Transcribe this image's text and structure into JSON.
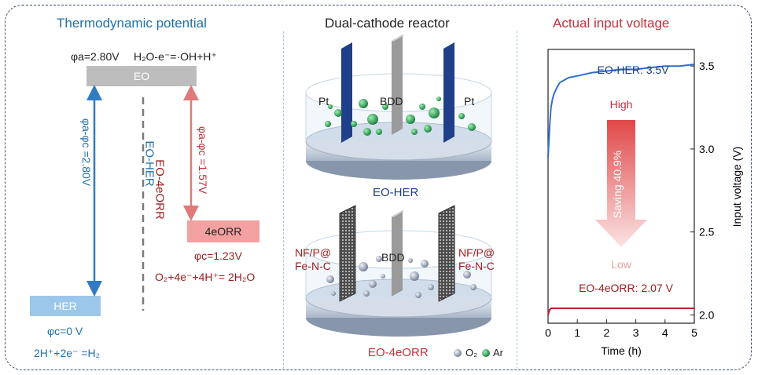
{
  "colors": {
    "blue_title": "#1f6fa8",
    "dark_red": "#9b1c1c",
    "red_title": "#c0313b",
    "gray_level": "#bdbdbd",
    "pink_level": "#f2a0a0",
    "light_blue_level": "#9cc7ea",
    "blue_arrow": "#2f7cc4",
    "pink_arrow": "#e07a7a",
    "dashed_gray": "#7a7a7a",
    "eo_her_curve": "#2f6fd0",
    "eo_orr_curve": "#c01c28"
  },
  "left_panel": {
    "title": "Thermodynamic potential",
    "phi_a": "φa=2.80V",
    "eo_reaction": "H₂O-e⁻=·OH+H⁺",
    "eo_label": "EO",
    "her_label": "HER",
    "orr_label": "4eORR",
    "phi_c_her": "φc=0 V",
    "her_reaction": "2H⁺+2e⁻ =H₂",
    "phi_c_orr": "φc=1.23V",
    "orr_reaction": "O₂+4e⁻+4H⁺= 2H₂O",
    "delta_her": "φa-φc =2.80V",
    "delta_orr": "φa-φc =1.57V",
    "eo_her_vertical": "EO-HER",
    "eo_4eorr_vertical": "EO-4eORR"
  },
  "middle_panel": {
    "title": "Dual-cathode reactor",
    "top_left_electrode": "Pt",
    "top_center_electrode": "BDD",
    "top_right_electrode": "Pt",
    "top_caption": "EO-HER",
    "bottom_left_electrode": "NF/P@\nFe-N-C",
    "bottom_center_electrode": "BDD",
    "bottom_right_electrode": "NF/P@\nFe-N-C",
    "bottom_caption": "EO-4eORR",
    "legend_o2": "O₂",
    "legend_ar": "Ar"
  },
  "right_panel": {
    "title": "Actual input voltage",
    "label_her": "EO-HER: 3.5V",
    "label_orr": "EO-4eORR: 2.07 V",
    "high": "High",
    "low": "Low",
    "saving": "Saving 40.9%"
  },
  "chart_data": {
    "type": "line",
    "xlabel": "Time (h)",
    "ylabel": "Input voltage (V)",
    "xlim": [
      0,
      5
    ],
    "ylim": [
      1.95,
      3.6
    ],
    "xticks": [
      0,
      1,
      2,
      3,
      4,
      5
    ],
    "yticks": [
      2.0,
      2.5,
      3.0,
      3.5
    ],
    "series": [
      {
        "x": [
          0,
          0.03,
          0.06,
          0.1,
          0.15,
          0.2,
          0.3,
          0.4,
          0.5,
          0.7,
          1.0,
          1.5,
          2.0,
          2.5,
          3.0,
          3.5,
          4.0,
          4.5,
          5.0
        ],
        "y": [
          2.95,
          3.05,
          3.15,
          3.25,
          3.3,
          3.33,
          3.37,
          3.4,
          3.41,
          3.43,
          3.44,
          3.46,
          3.47,
          3.48,
          3.48,
          3.49,
          3.5,
          3.5,
          3.51
        ]
      },
      {
        "x": [
          0,
          0.05,
          0.1,
          0.2,
          0.5,
          1.0,
          2.0,
          3.0,
          4.0,
          5.0
        ],
        "y": [
          2.0,
          2.03,
          2.04,
          2.04,
          2.04,
          2.04,
          2.04,
          2.04,
          2.04,
          2.04
        ]
      }
    ]
  }
}
